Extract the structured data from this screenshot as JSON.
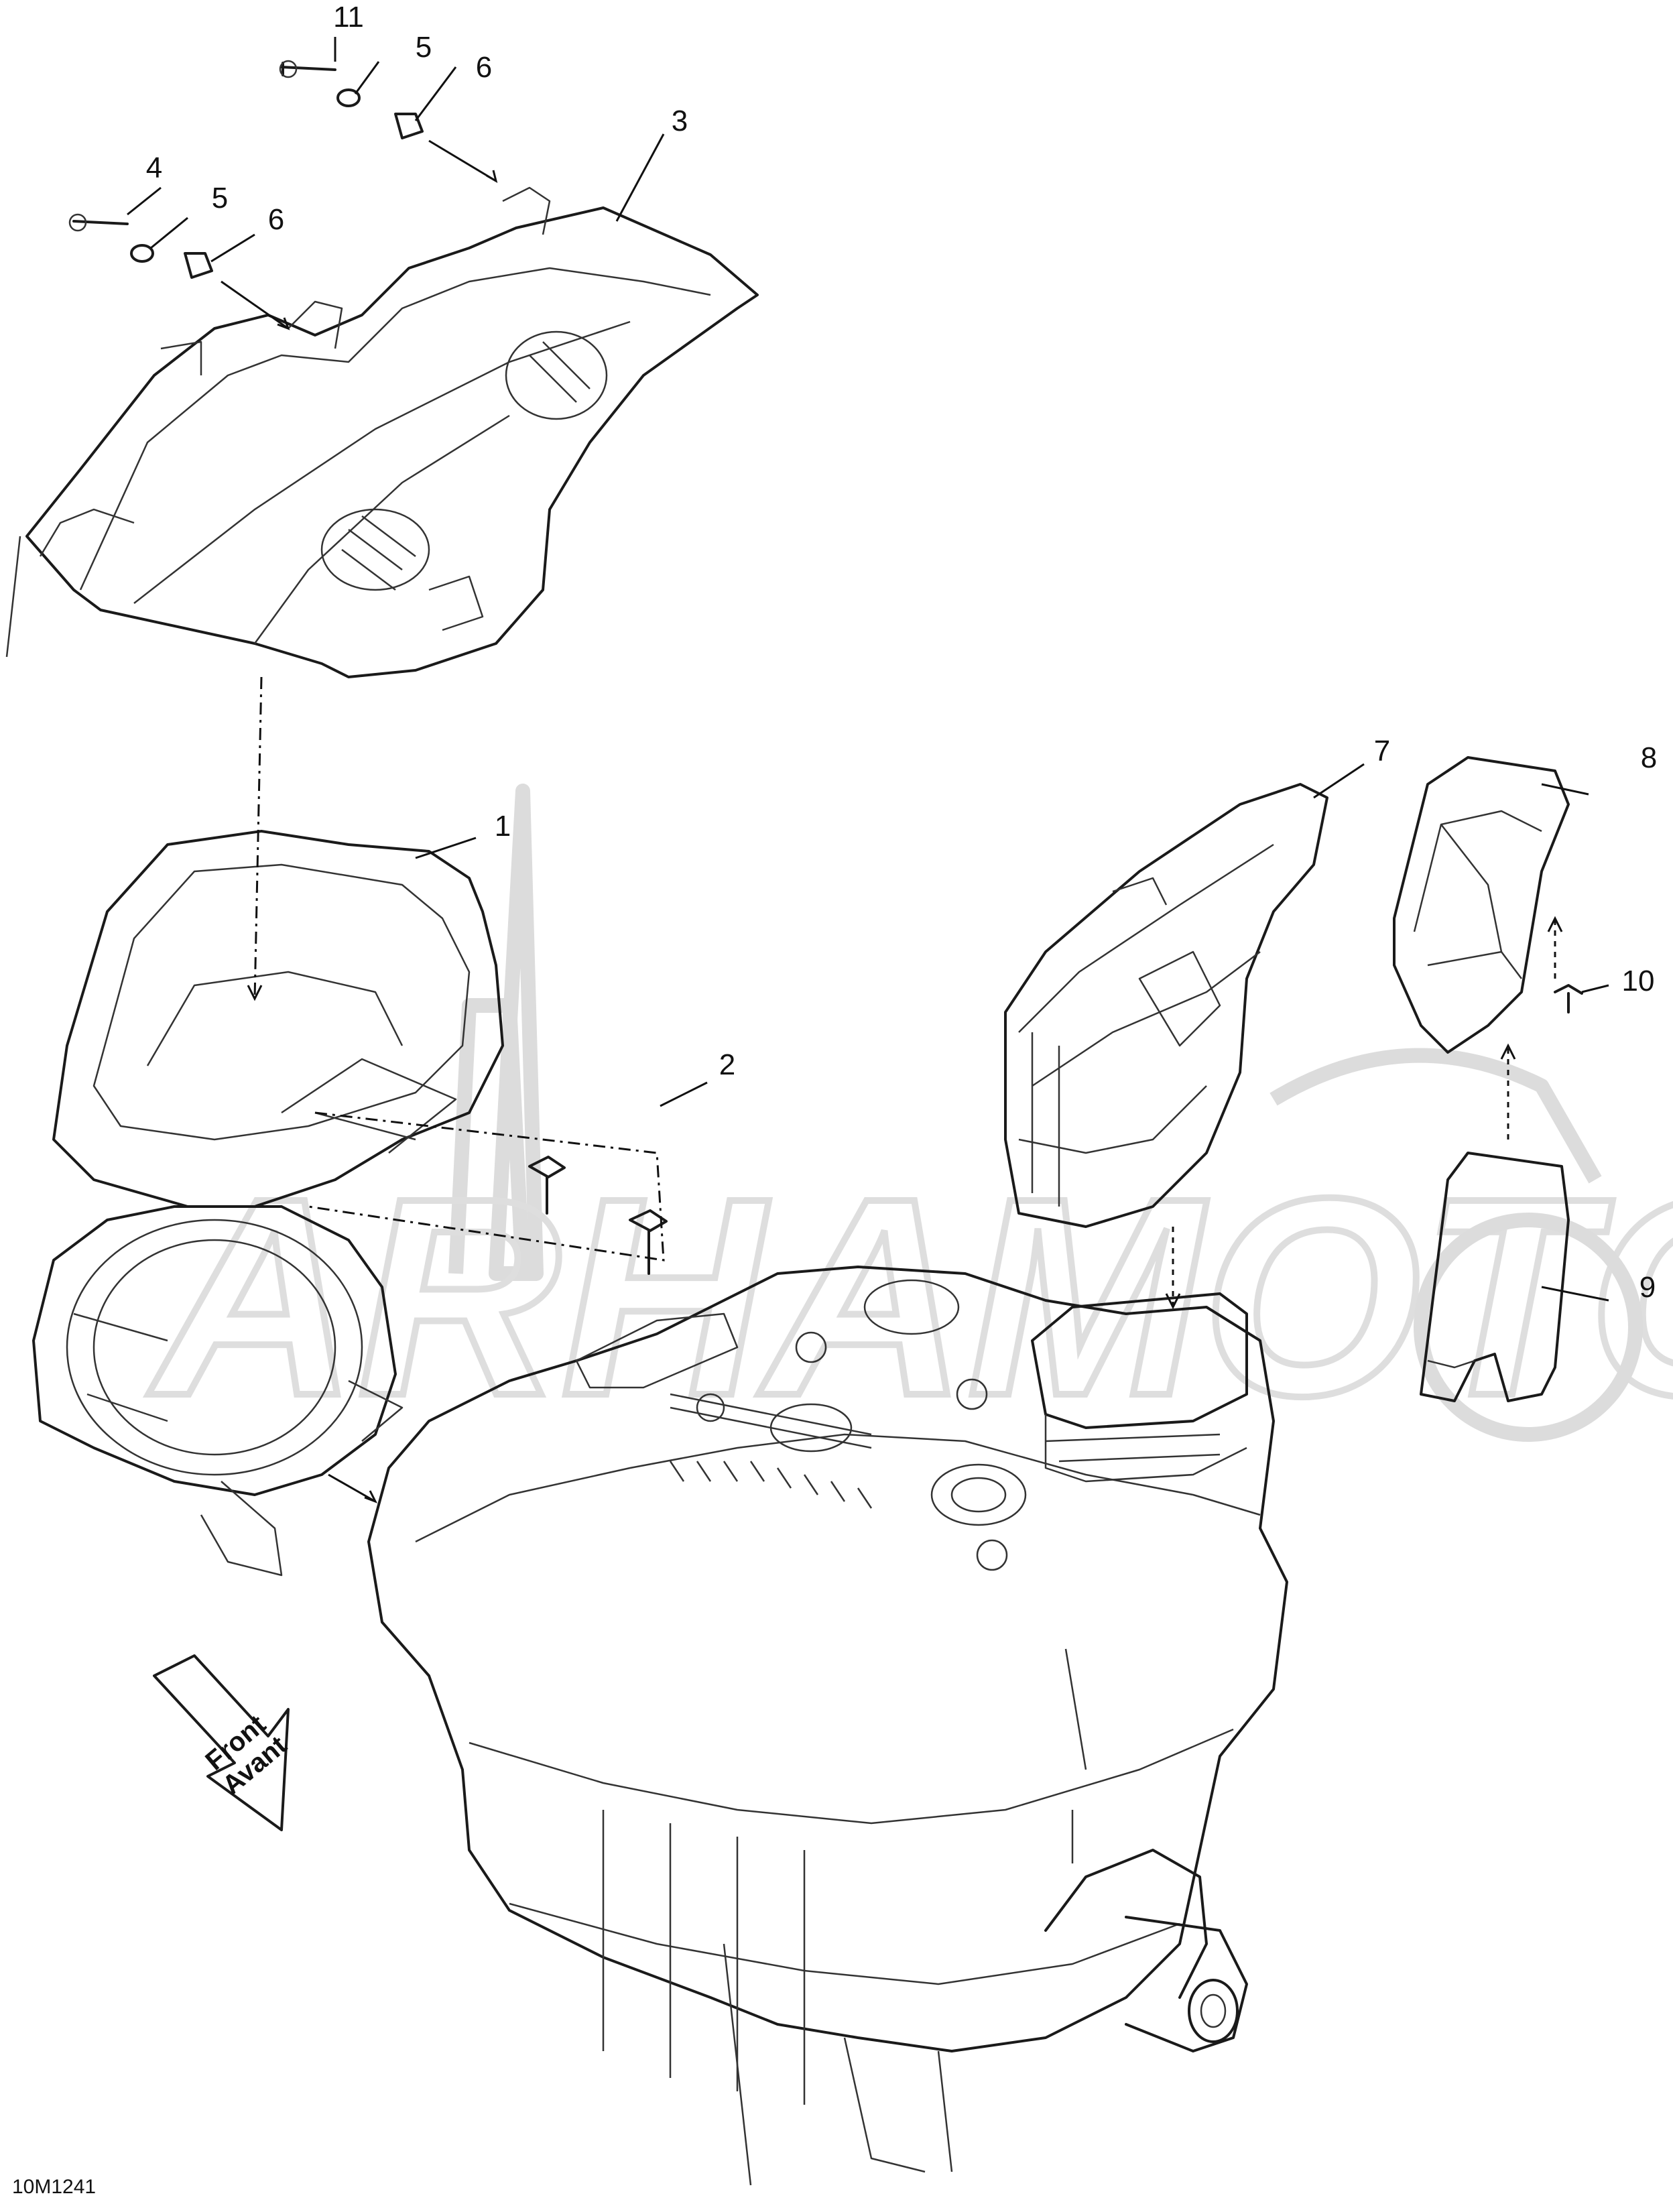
{
  "callouts": {
    "c1": "1",
    "c2": "2",
    "c3": "3",
    "c4": "4",
    "c5a": "5",
    "c5b": "5",
    "c6a": "6",
    "c6b": "6",
    "c7": "7",
    "c8": "8",
    "c9": "9",
    "c10": "10",
    "c11": "11"
  },
  "direction_arrow": {
    "line1": "Front",
    "line2": "Avant"
  },
  "figure_id": "10M1241"
}
